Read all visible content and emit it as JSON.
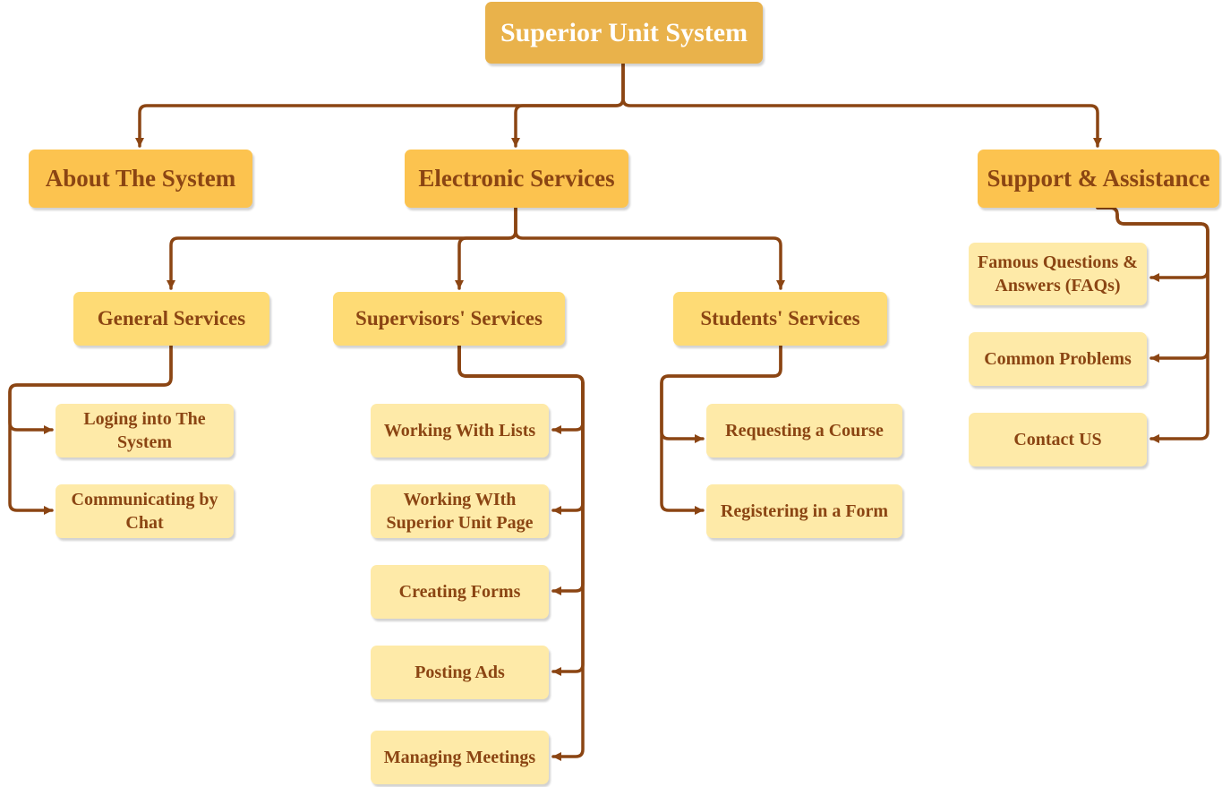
{
  "colors": {
    "connector": "#8b4513",
    "root_fill": "#e9b24b",
    "level1_fill": "#fcc34f",
    "level2_fill": "#fedb75",
    "leaf_fill": "#feeaa8",
    "text": "#8b4513",
    "root_text": "#ffffff"
  },
  "root": {
    "label": "Superior Unit System"
  },
  "about": {
    "label": "About The System"
  },
  "electronic": {
    "label": "Electronic Services",
    "general": {
      "label": "General Services",
      "items": [
        "Loging into The System",
        "Communicating by Chat"
      ]
    },
    "supervisors": {
      "label": "Supervisors' Services",
      "items": [
        "Working With Lists",
        "Working WIth Superior Unit Page",
        "Creating Forms",
        "Posting Ads",
        "Managing Meetings"
      ]
    },
    "students": {
      "label": "Students' Services",
      "items": [
        "Requesting a Course",
        "Registering in a Form"
      ]
    }
  },
  "support": {
    "label": "Support & Assistance",
    "items": [
      "Famous Questions & Answers (FAQs)",
      "Common Problems",
      "Contact US"
    ]
  }
}
